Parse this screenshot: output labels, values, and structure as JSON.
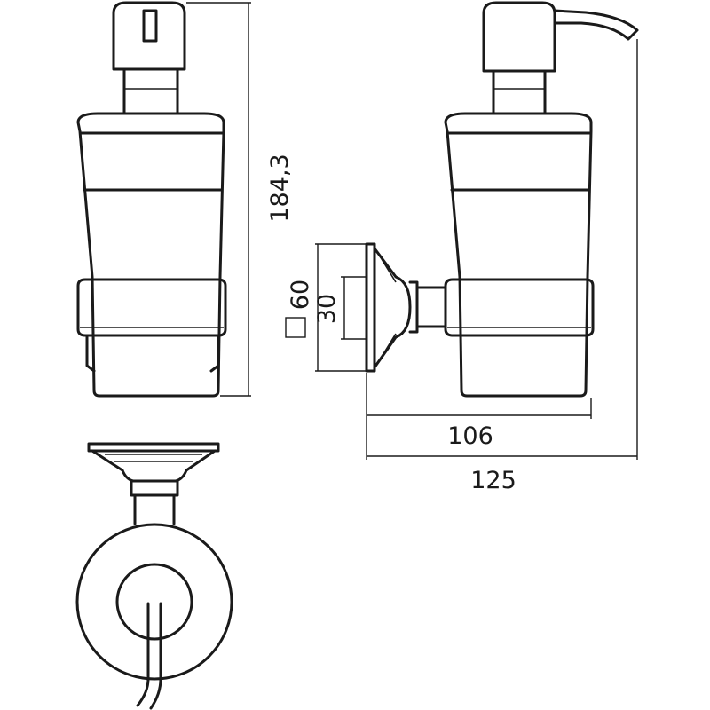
{
  "dimensions": {
    "height": "184,3",
    "plate_outer": "60",
    "plate_inner": "30",
    "depth_body": "106",
    "depth_total": "125",
    "square_symbol": "□"
  },
  "colors": {
    "line": "#1a1a1a",
    "background": "#ffffff"
  }
}
